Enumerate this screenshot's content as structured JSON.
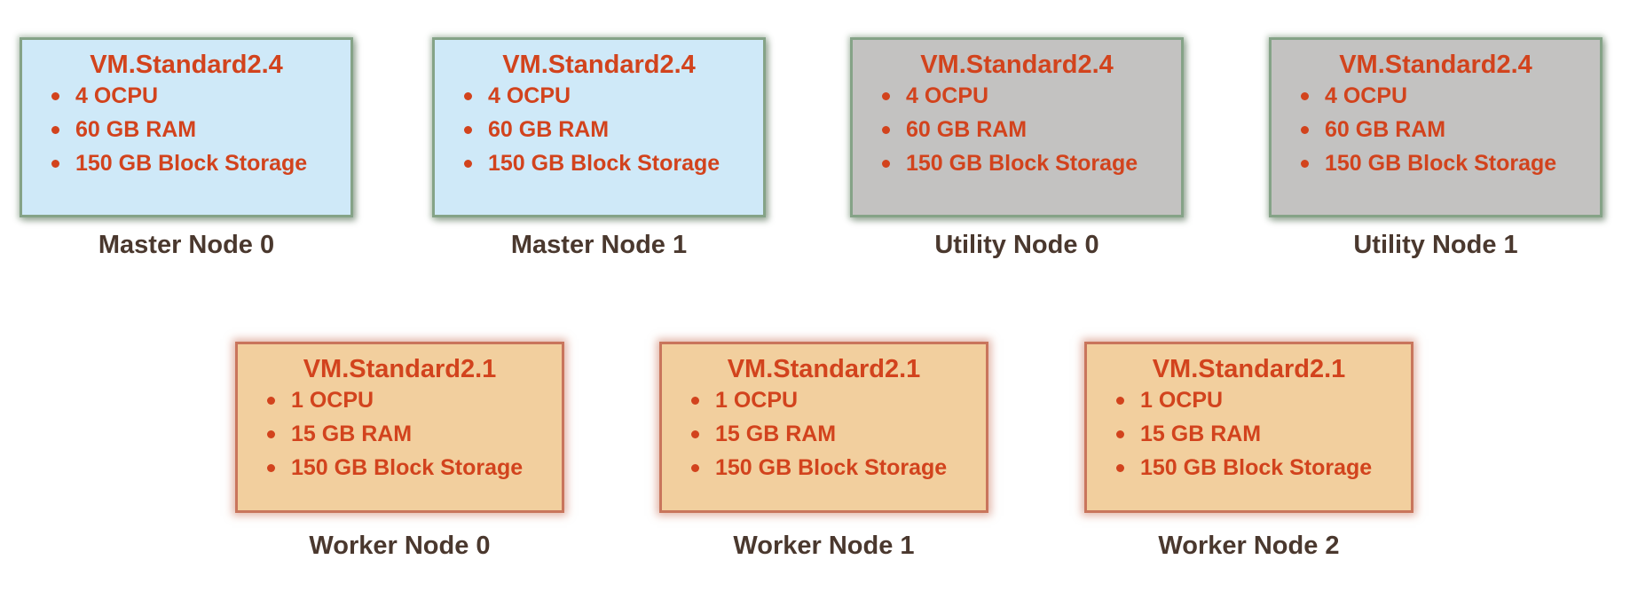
{
  "colors": {
    "accent_red": "#d2431d",
    "master_fill": "#cfe9f8",
    "utility_fill": "#c3c2c1",
    "worker_fill": "#f2cf9e",
    "green_border": "#85a387",
    "worker_border": "#c9755c",
    "label_brown": "#4a382e"
  },
  "nodes": [
    {
      "type": "master",
      "shape": "VM.Standard2.4",
      "specs": [
        "4 OCPU",
        "60 GB RAM",
        "150 GB Block Storage"
      ],
      "label": "Master Node 0"
    },
    {
      "type": "master",
      "shape": "VM.Standard2.4",
      "specs": [
        "4 OCPU",
        "60 GB RAM",
        "150 GB Block Storage"
      ],
      "label": "Master Node 1"
    },
    {
      "type": "utility",
      "shape": "VM.Standard2.4",
      "specs": [
        "4 OCPU",
        "60 GB RAM",
        "150 GB Block Storage"
      ],
      "label": "Utility Node 0"
    },
    {
      "type": "utility",
      "shape": "VM.Standard2.4",
      "specs": [
        "4 OCPU",
        "60 GB RAM",
        "150 GB Block Storage"
      ],
      "label": "Utility Node 1"
    },
    {
      "type": "worker",
      "shape": "VM.Standard2.1",
      "specs": [
        "1 OCPU",
        "15 GB RAM",
        "150 GB Block Storage"
      ],
      "label": "Worker Node 0"
    },
    {
      "type": "worker",
      "shape": "VM.Standard2.1",
      "specs": [
        "1 OCPU",
        "15 GB RAM",
        "150 GB Block Storage"
      ],
      "label": "Worker Node 1"
    },
    {
      "type": "worker",
      "shape": "VM.Standard2.1",
      "specs": [
        "1 OCPU",
        "15 GB RAM",
        "150 GB Block Storage"
      ],
      "label": "Worker Node 2"
    }
  ]
}
